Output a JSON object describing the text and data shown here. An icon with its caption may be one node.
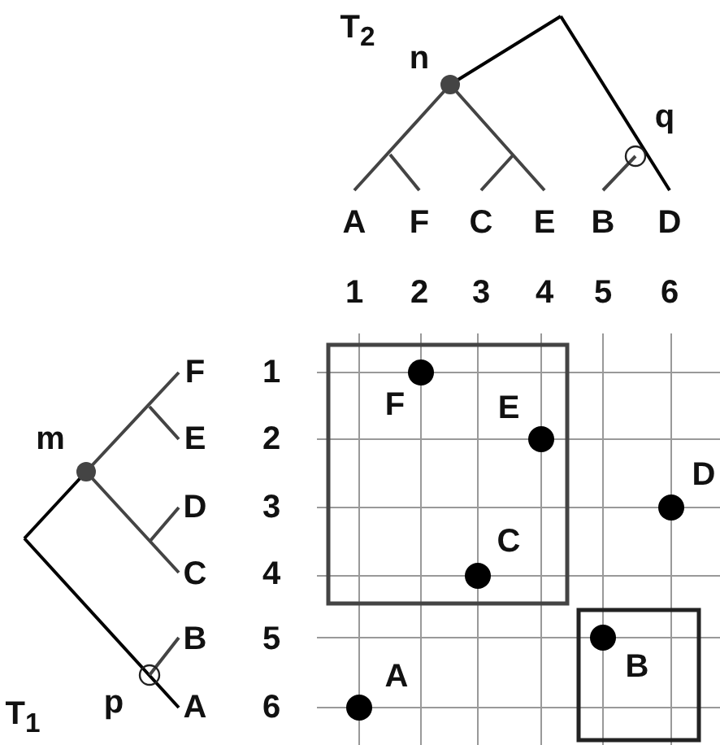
{
  "diagram": {
    "labels": [
      "T$_{2}$",
      "n",
      "q",
      "A",
      "F",
      "C",
      "E",
      "B",
      "D",
      "1",
      "2",
      "3",
      "4",
      "5",
      "6",
      "F",
      "1",
      "F",
      "m",
      "E",
      "2",
      "E",
      "D",
      "3",
      "D",
      "C",
      "4",
      "C",
      "B",
      "5",
      "B",
      "A",
      "T$_{1}$",
      "p",
      "A",
      "6"
    ]
  }
}
